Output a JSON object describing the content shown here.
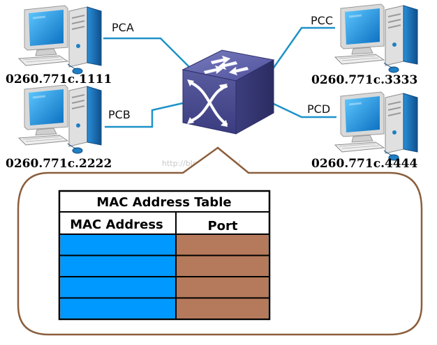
{
  "pcs": [
    {
      "name": "PCA",
      "mac": "0260.771c.1111"
    },
    {
      "name": "PCB",
      "mac": "0260.771c.2222"
    },
    {
      "name": "PCC",
      "mac": "0260.771c.3333"
    },
    {
      "name": "PCD",
      "mac": "0260.771c.4444"
    }
  ],
  "watermark": "http://blog.csdn.net/",
  "mac_table": {
    "title": "MAC Address Table",
    "headers": [
      "MAC Address",
      "Port"
    ],
    "row_count": 4,
    "mac_color": "#0099ff",
    "port_color": "#b57a5b"
  },
  "colors": {
    "link": "#1e92c8",
    "bubble_border": "#8b5e3c",
    "switch_side": "#3e3f86",
    "switch_top": "#6061a6",
    "monitor_body": "#e8e8e8",
    "screen": "#1a9be0",
    "tower": "#1f7fc4"
  }
}
